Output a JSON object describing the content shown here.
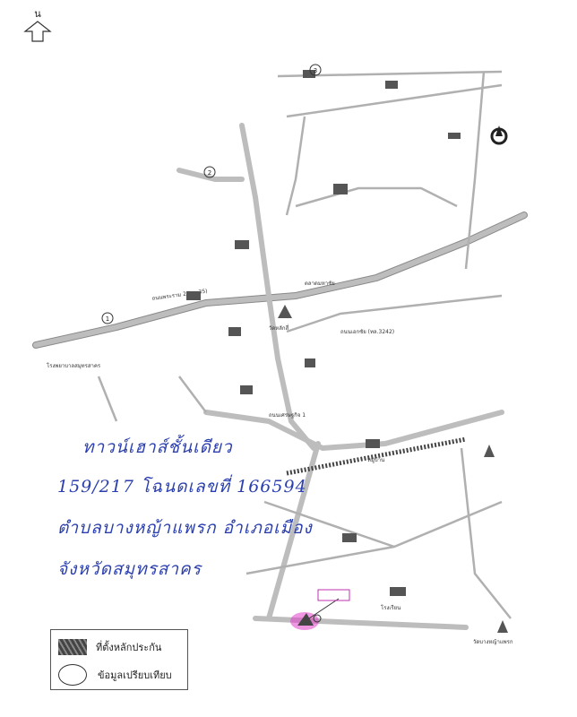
{
  "map": {
    "north_label": "น",
    "roads": [
      {
        "label": "ถนนพระราม 2 (ทล.35)"
      },
      {
        "label": "ถนนเอกชัย (ทล.3242)"
      },
      {
        "label": "ถนนเศรษฐกิจ 1"
      }
    ],
    "places": [
      {
        "label": "วัดหลักสี่"
      },
      {
        "label": "ตลาดมหาชัย"
      },
      {
        "label": "โรงพยาบาลสมุทรสาคร"
      },
      {
        "label": "วัดบางหญ้าแพรก"
      },
      {
        "label": "โรงเรียน"
      },
      {
        "label": "หมู่บ้าน"
      }
    ],
    "markers": [
      "1",
      "2",
      "3"
    ]
  },
  "property_note": {
    "line1": "ทาวน์เฮาส์ชั้นเดียว",
    "line2": "159/217 โฉนดเลขที่ 166594",
    "line3": "ตำบลบางหญ้าแพรก อำเภอเมือง",
    "line4": "จังหวัดสมุทรสาคร"
  },
  "legend": {
    "collateral": "ที่ตั้งหลักประกัน",
    "comparison": "ข้อมูลเปรียบเทียบ"
  },
  "colors": {
    "highlight": "#e040c8",
    "handwriting": "#2b3fae",
    "road": "#bdbdbd"
  }
}
